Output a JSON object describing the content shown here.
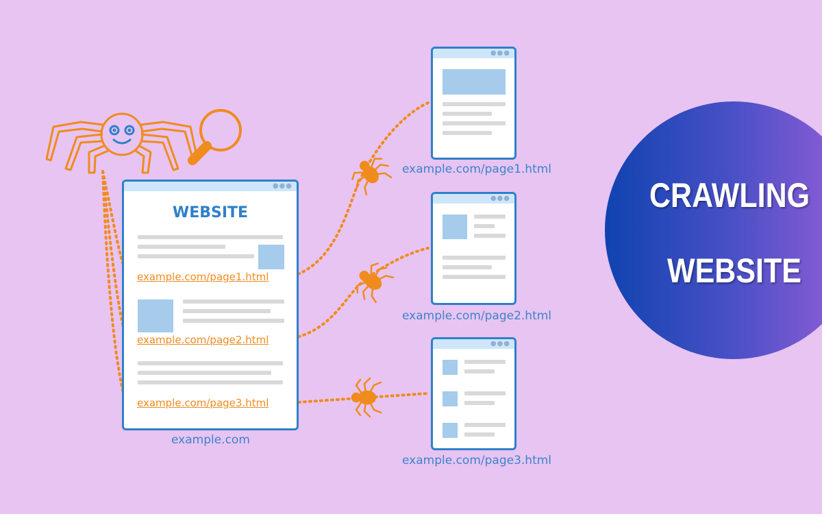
{
  "main_site": {
    "title": "WEBSITE",
    "caption": "example.com",
    "links": [
      "example.com/page1.html",
      "example.com/page2.html",
      "example.com/page3.html"
    ]
  },
  "pages": [
    {
      "caption": "example.com/page1.html"
    },
    {
      "caption": "example.com/page2.html"
    },
    {
      "caption": "example.com/page3.html"
    }
  ],
  "badge": {
    "line1": "CRAWLING",
    "line2": "WEBSITE"
  },
  "colors": {
    "accent_orange": "#f08b1e",
    "accent_blue": "#2f80c9",
    "background": "#e7c4f1"
  },
  "icons": [
    "crawler-spider-icon",
    "magnifier-icon",
    "small-spider-icon"
  ]
}
